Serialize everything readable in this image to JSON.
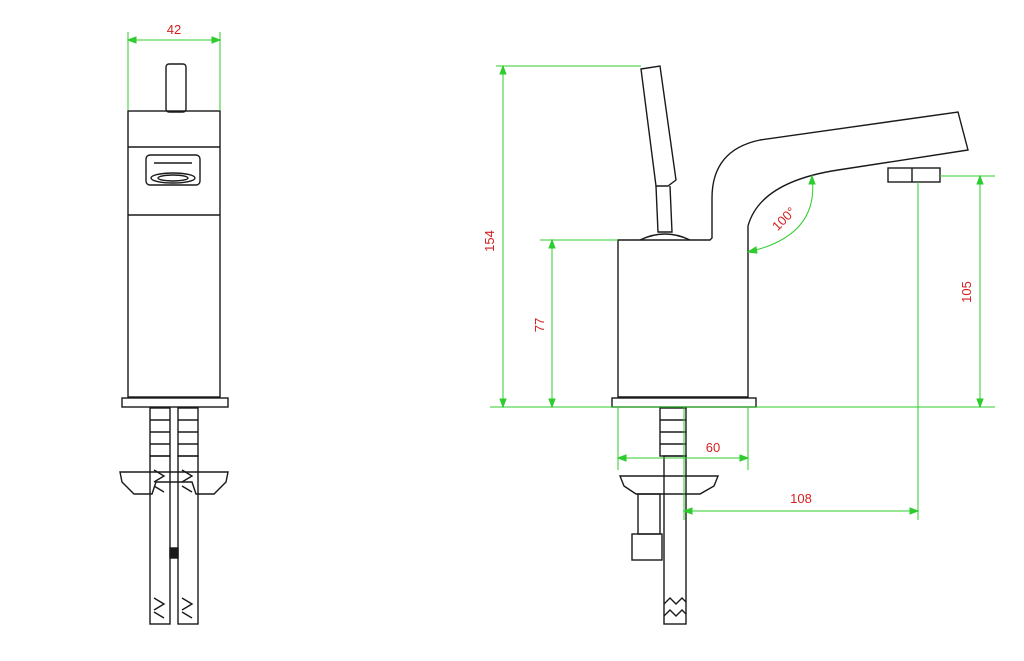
{
  "colors": {
    "line": "#1a1a1a",
    "dimension": "#2ecc2e",
    "text": "#d62020"
  },
  "front_view": {
    "width_label": "42"
  },
  "side_view": {
    "height_total_label": "154",
    "body_height_label": "77",
    "spout_height_label": "105",
    "angle_label": "100°",
    "body_depth_label": "60",
    "spout_reach_label": "108"
  }
}
